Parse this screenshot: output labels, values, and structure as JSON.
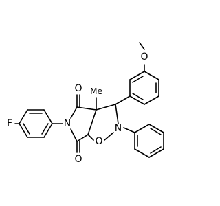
{
  "labels": {
    "methoxy_o": "O",
    "methoxy_me": "—",
    "methyl": "Me",
    "carbonyl_o_top": "O",
    "carbonyl_o_bottom": "O",
    "imide_n": "N",
    "isoxazolidine_n": "N",
    "ring_o": "O",
    "fluorine": "F"
  },
  "colors": {
    "bond": "#000000",
    "background": "#ffffff"
  }
}
